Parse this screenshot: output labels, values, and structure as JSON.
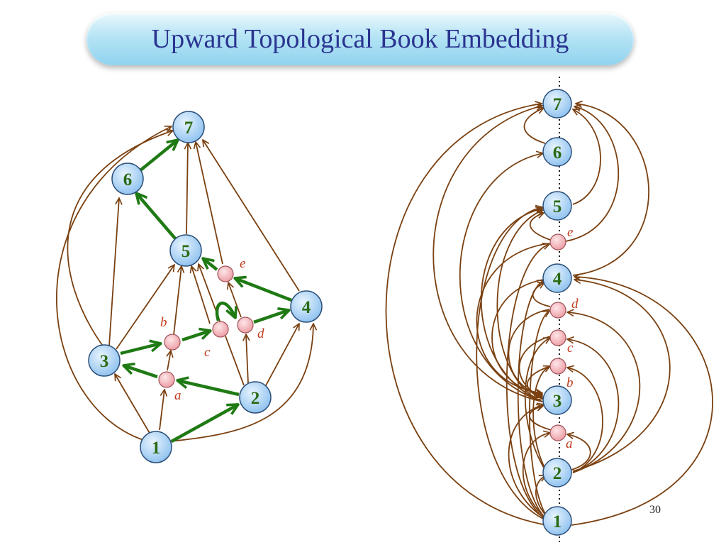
{
  "slide": {
    "title": "Upward Topological Book Embedding",
    "page_number": "30"
  },
  "colors": {
    "edge": "#7a4010",
    "spanning": "#1f7a14",
    "vertex_fill": "#b4d8f6",
    "dummy_fill": "#f6b8bc",
    "spine": "#111111"
  },
  "left_graph": {
    "vertices": [
      {
        "id": "1",
        "label": "1",
        "kind": "vertex"
      },
      {
        "id": "2",
        "label": "2",
        "kind": "vertex"
      },
      {
        "id": "3",
        "label": "3",
        "kind": "vertex"
      },
      {
        "id": "4",
        "label": "4",
        "kind": "vertex"
      },
      {
        "id": "5",
        "label": "5",
        "kind": "vertex"
      },
      {
        "id": "6",
        "label": "6",
        "kind": "vertex"
      },
      {
        "id": "7",
        "label": "7",
        "kind": "vertex"
      },
      {
        "id": "a",
        "label": "a",
        "kind": "dummy"
      },
      {
        "id": "b",
        "label": "b",
        "kind": "dummy"
      },
      {
        "id": "c",
        "label": "c",
        "kind": "dummy"
      },
      {
        "id": "d",
        "label": "d",
        "kind": "dummy"
      },
      {
        "id": "e",
        "label": "e",
        "kind": "dummy"
      }
    ]
  },
  "right_embedding": {
    "spine_order": [
      {
        "id": "1",
        "label": "1",
        "kind": "vertex"
      },
      {
        "id": "2",
        "label": "2",
        "kind": "vertex"
      },
      {
        "id": "a",
        "label": "a",
        "kind": "dummy"
      },
      {
        "id": "3",
        "label": "3",
        "kind": "vertex"
      },
      {
        "id": "b",
        "label": "b",
        "kind": "dummy"
      },
      {
        "id": "c",
        "label": "c",
        "kind": "dummy"
      },
      {
        "id": "d",
        "label": "d",
        "kind": "dummy"
      },
      {
        "id": "4",
        "label": "4",
        "kind": "vertex"
      },
      {
        "id": "e",
        "label": "e",
        "kind": "dummy"
      },
      {
        "id": "5",
        "label": "5",
        "kind": "vertex"
      },
      {
        "id": "6",
        "label": "6",
        "kind": "vertex"
      },
      {
        "id": "7",
        "label": "7",
        "kind": "vertex"
      }
    ]
  }
}
